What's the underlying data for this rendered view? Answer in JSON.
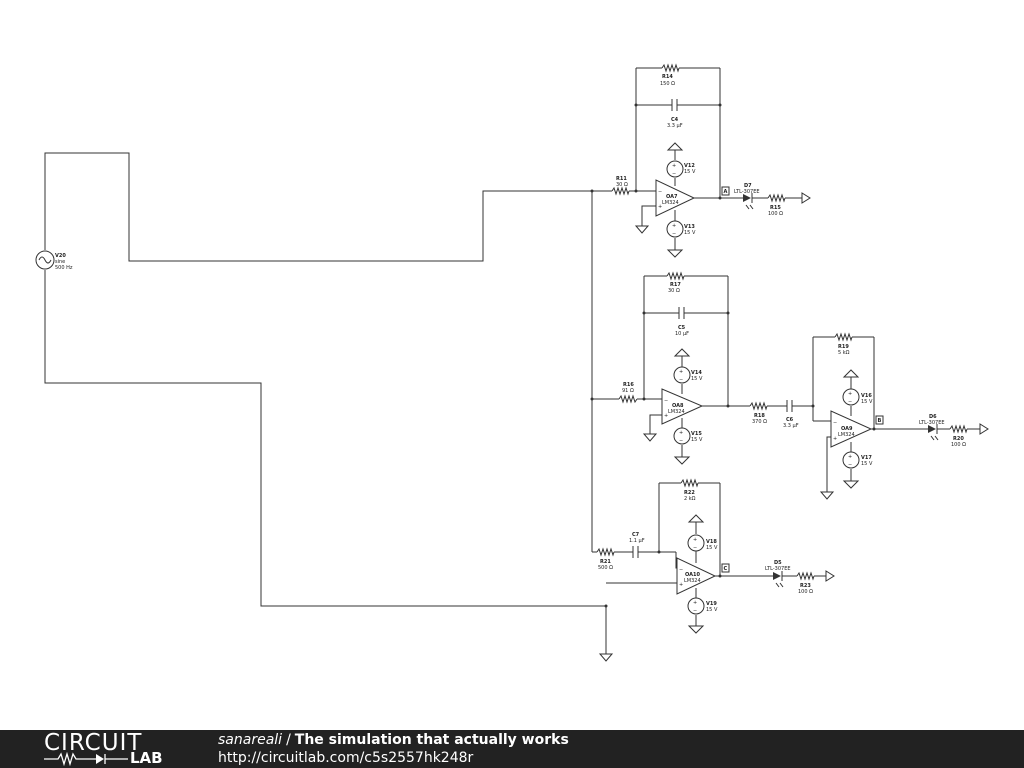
{
  "footer": {
    "logo_top": "CIRCUIT",
    "logo_bottom": "LAB",
    "author": "sanareali",
    "separator": "/",
    "title": "The simulation that actually works",
    "url": "http://circuitlab.com/c5s2557hk248r"
  },
  "components": {
    "r14": {
      "name": "R14",
      "value": "150 Ω"
    },
    "c4": {
      "name": "C4",
      "value": "3.3 µF"
    },
    "v12": {
      "name": "V12",
      "value": "15 V"
    },
    "r11": {
      "name": "R11",
      "value": "30 Ω"
    },
    "oa7": {
      "name": "OA7",
      "value": "LM324"
    },
    "d7": {
      "name": "D7",
      "value": "LTL-307EE"
    },
    "r15": {
      "name": "R15",
      "value": "100 Ω"
    },
    "v13": {
      "name": "V13",
      "value": "15 V"
    },
    "v20": {
      "name": "V20",
      "type": "sine",
      "value": "500 Hz"
    },
    "r17": {
      "name": "R17",
      "value": "30 Ω"
    },
    "c5": {
      "name": "C5",
      "value": "10 µF"
    },
    "v14": {
      "name": "V14",
      "value": "15 V"
    },
    "r16": {
      "name": "R16",
      "value": "91 Ω"
    },
    "oa8": {
      "name": "OA8",
      "value": "LM324"
    },
    "v15": {
      "name": "V15",
      "value": "15 V"
    },
    "r18": {
      "name": "R18",
      "value": "370 Ω"
    },
    "c6": {
      "name": "C6",
      "value": "3.3 µF"
    },
    "r19": {
      "name": "R19",
      "value": "5 kΩ"
    },
    "v16": {
      "name": "V16",
      "value": "15 V"
    },
    "oa9": {
      "name": "OA9",
      "value": "LM324"
    },
    "v17": {
      "name": "V17",
      "value": "15 V"
    },
    "d6": {
      "name": "D6",
      "value": "LTL-307EE"
    },
    "r20": {
      "name": "R20",
      "value": "100 Ω"
    },
    "r22": {
      "name": "R22",
      "value": "2 kΩ"
    },
    "v18": {
      "name": "V18",
      "value": "15 V"
    },
    "c7": {
      "name": "C7",
      "value": "1.1 µF"
    },
    "r21": {
      "name": "R21",
      "value": "500 Ω"
    },
    "oa10": {
      "name": "OA10",
      "value": "LM324"
    },
    "d5": {
      "name": "D5",
      "value": "LTL-307EE"
    },
    "r23": {
      "name": "R23",
      "value": "100 Ω"
    },
    "v19": {
      "name": "V19",
      "value": "15 V"
    }
  },
  "nodes": {
    "a": "A",
    "b": "B",
    "c": "C"
  }
}
